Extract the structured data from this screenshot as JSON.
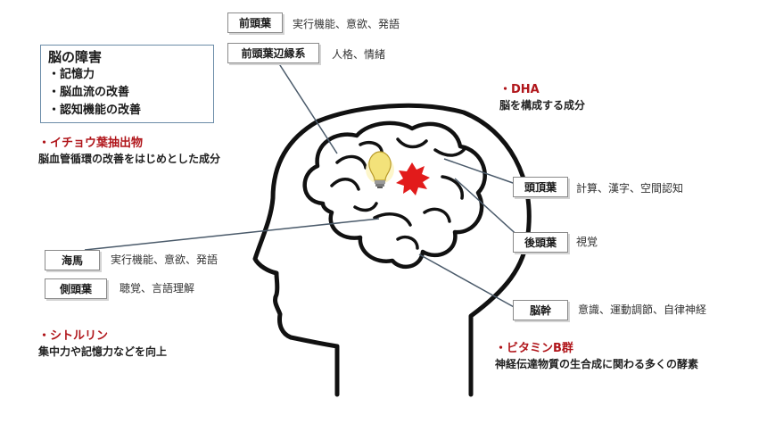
{
  "disorder_box": {
    "title": "脳の障害",
    "items": [
      "・記憶力",
      "・脳血流の改善",
      "・認知機能の改善"
    ]
  },
  "regions": [
    {
      "key": "frontal",
      "label": "前頭葉",
      "description": "実行機能、意欲、発語"
    },
    {
      "key": "limbic",
      "label": "前頭葉辺縁系",
      "description": "人格、情緒"
    },
    {
      "key": "parietal",
      "label": "頭頂葉",
      "description": "計算、漢字、空間認知"
    },
    {
      "key": "occipital",
      "label": "後頭葉",
      "description": "視覚"
    },
    {
      "key": "brainstem",
      "label": "脳幹",
      "description": "意識、運動調節、自律神経"
    },
    {
      "key": "hippocampus",
      "label": "海馬",
      "description": "実行機能、意欲、発語"
    },
    {
      "key": "temporal",
      "label": "側頭葉",
      "description": "聴覚、言語理解"
    }
  ],
  "nutrients": [
    {
      "key": "ginkgo",
      "name": "・イチョウ葉抽出物",
      "effect": "脳血管循環の改善をはじめとした成分"
    },
    {
      "key": "dha",
      "name": "・DHA",
      "effect": "脳を構成する成分"
    },
    {
      "key": "citrulline",
      "name": "・シトルリン",
      "effect": "集中力や記憶力などを向上"
    },
    {
      "key": "vitamin_b",
      "name": "・ビタミンB群",
      "effect": "神経伝達物質の生合成に関わる多くの酵素"
    }
  ],
  "colors": {
    "nutrient_name": "#b0151a",
    "leader_line": "#4a5a6a",
    "outline": "#111111",
    "bulb": "#f3e27a",
    "burst": "#e21b1b"
  },
  "icons": [
    "lightbulb-icon",
    "burst-icon"
  ]
}
